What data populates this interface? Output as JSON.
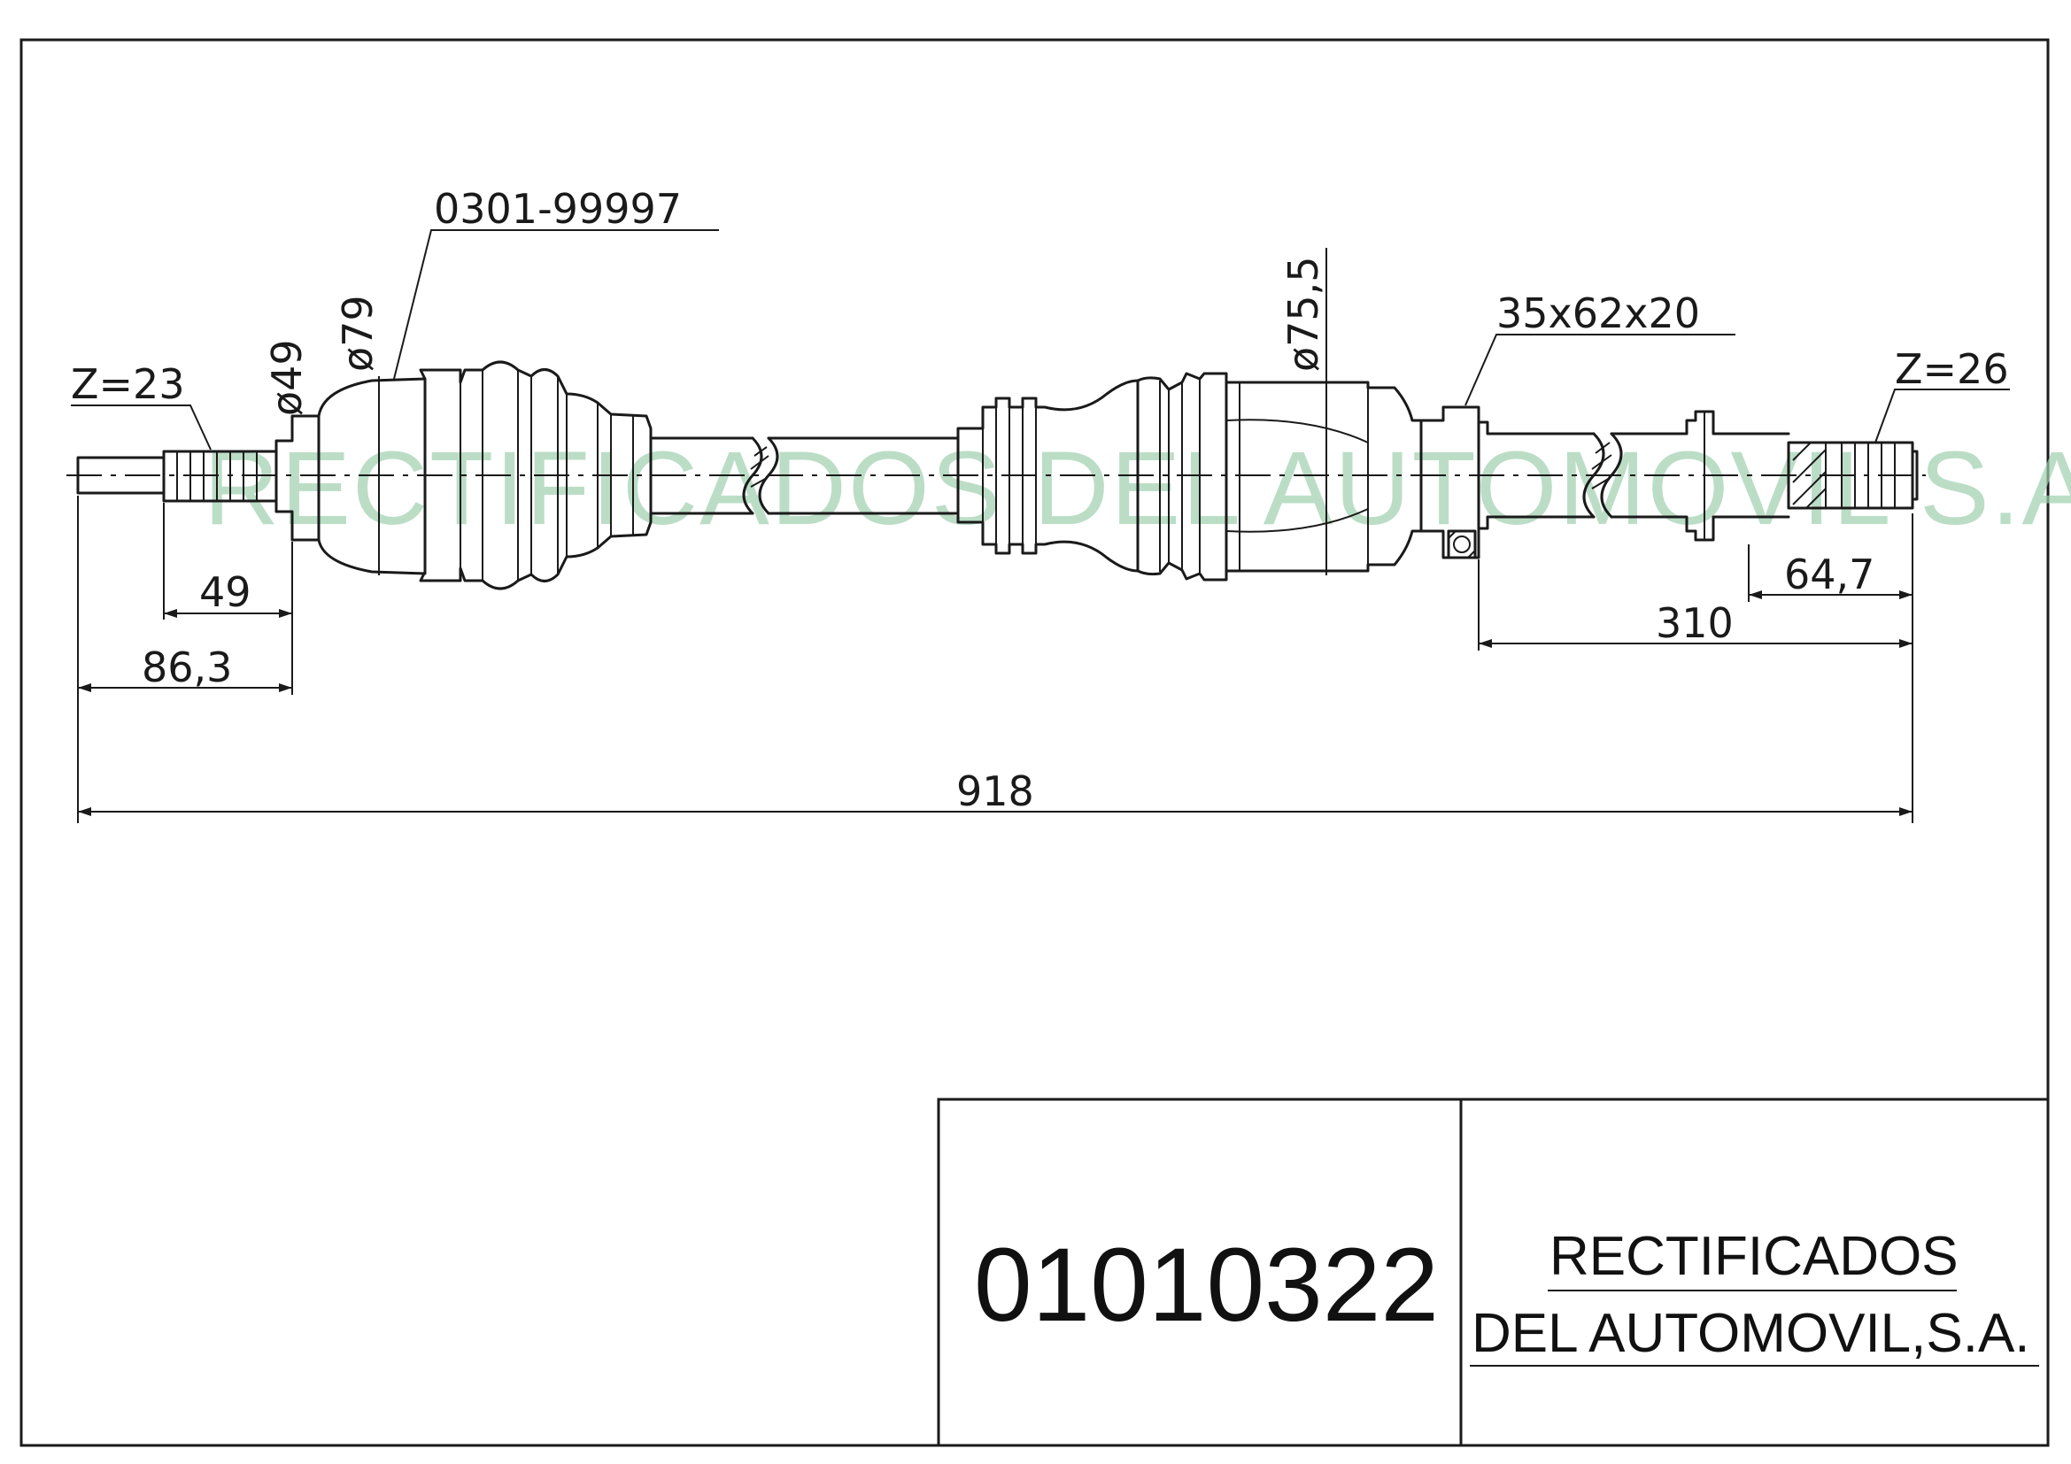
{
  "watermark": "RECTIFICADOS DEL AUTOMOVIL S.A",
  "part_number": "01010322",
  "company": {
    "line1": "RECTIFICADOS",
    "line2": "DEL AUTOMOVIL,S.A."
  },
  "labels": {
    "left_spline_teeth": "Z=23",
    "right_spline_teeth": "Z=26",
    "boot_reference": "0301-99997",
    "bearing": "35x62x20",
    "diam_49": "ø49",
    "diam_79": "ø79",
    "diam_75_5": "ø75,5"
  },
  "dimensions": {
    "d49": "49",
    "d86_3": "86,3",
    "d918": "918",
    "d310": "310",
    "d64_7": "64,7"
  }
}
